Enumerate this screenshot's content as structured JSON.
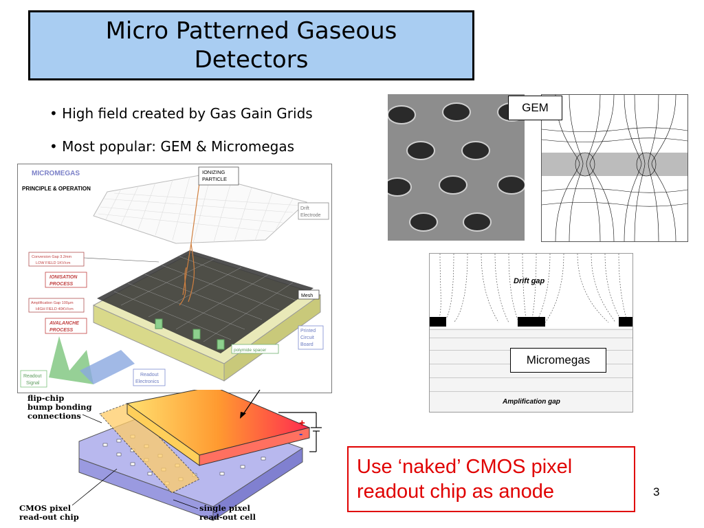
{
  "slide": {
    "title": "Micro Patterned Gaseous Detectors",
    "bullets": [
      "• High field created by Gas Gain Grids",
      "• Most popular: GEM & Micromegas"
    ],
    "page_number": "3"
  },
  "micromegas_diagram": {
    "heading": "MICROMEGAS",
    "subheading": "PRINCIPLE & OPERATION",
    "ionizing_particle_line1": "IONIZING",
    "ionizing_particle_line2": "PARTICLE",
    "drift_electrode_line1": "Drift",
    "drift_electrode_line2": "Electrode",
    "conversion_gap_line1": "Conversion Gap   3.2mm",
    "conversion_gap_line2": "LOW FIELD 1KV/cm",
    "ionisation_line1": "IONISATION",
    "ionisation_line2": "PROCESS",
    "amplification_gap_line1": "Amplification Gap 100µm",
    "amplification_gap_line2": "HIGH FIELD 40KV/cm",
    "avalanche_line1": "AVALANCHE",
    "avalanche_line2": "PROCESS",
    "mesh": "Mesh",
    "pcb_line1": "Printed",
    "pcb_line2": "Circuit",
    "pcb_line3": "Board",
    "polymide_spacer": "polymide spacer",
    "readout_signal_line1": "Readout",
    "readout_signal_line2": "Signal",
    "readout_electronics_line1": "Readout",
    "readout_electronics_line2": "Electronics"
  },
  "gem_figure": {
    "label": "GEM"
  },
  "micromegas_field": {
    "drift_gap": "Drift gap",
    "amplification_gap": "Amplification gap",
    "label": "Micromegas"
  },
  "cmos_diagram": {
    "flip_chip_line1": "flip-chip",
    "flip_chip_line2": "bump bonding",
    "flip_chip_line3": "connections",
    "cmos_pixel_line1": "CMOS pixel",
    "cmos_pixel_line2": "read-out chip",
    "single_pixel_line1": "single pixel",
    "single_pixel_line2": "read-out cell",
    "plus": "+",
    "minus": "-"
  },
  "callout": {
    "line1": "Use ‘naked’ CMOS pixel",
    "line2": "readout chip as anode"
  },
  "colors": {
    "title_bg": "#a9cdf2",
    "callout_red": "#e00000",
    "diagram_orange": "#ff6a1a",
    "diagram_purple": "#8e8ce0"
  }
}
